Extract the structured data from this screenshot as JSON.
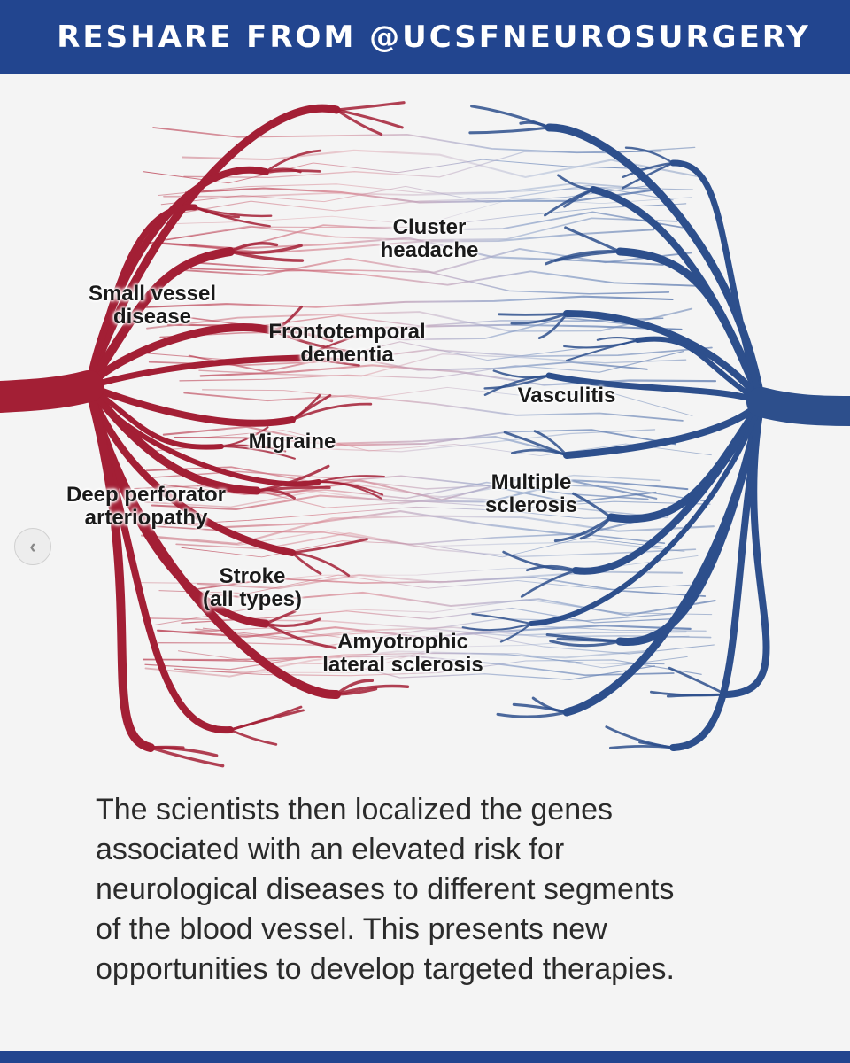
{
  "banner": {
    "text": "RESHARE FROM @UCSFNEUROSURGERY"
  },
  "colors": {
    "banner": "#22458f",
    "artery": "#a31f35",
    "vein": "#2d4f8c",
    "background": "#f4f4f4"
  },
  "diagram": {
    "labels": {
      "small_vessel_disease": "Small vessel\ndisease",
      "cluster_headache": "Cluster\nheadache",
      "frontotemporal_dementia": "Frontotemporal\ndementia",
      "vasculitis": "Vasculitis",
      "migraine": "Migraine",
      "deep_perforator_arteriopathy": "Deep perforator\narteriopathy",
      "multiple_sclerosis": "Multiple\nsclerosis",
      "stroke": "Stroke\n(all types)",
      "amyotrophic_lateral_sclerosis": "Amyotrophic\nlateral sclerosis"
    }
  },
  "caption": {
    "text": "The scientists then localized the genes\nassociated with an elevated risk for\nneurological diseases to different segments\nof the blood vessel. This presents new\nopportunities to develop targeted therapies."
  },
  "carousel": {
    "prev_icon": "chevron-left-icon",
    "prev_glyph": "‹"
  }
}
